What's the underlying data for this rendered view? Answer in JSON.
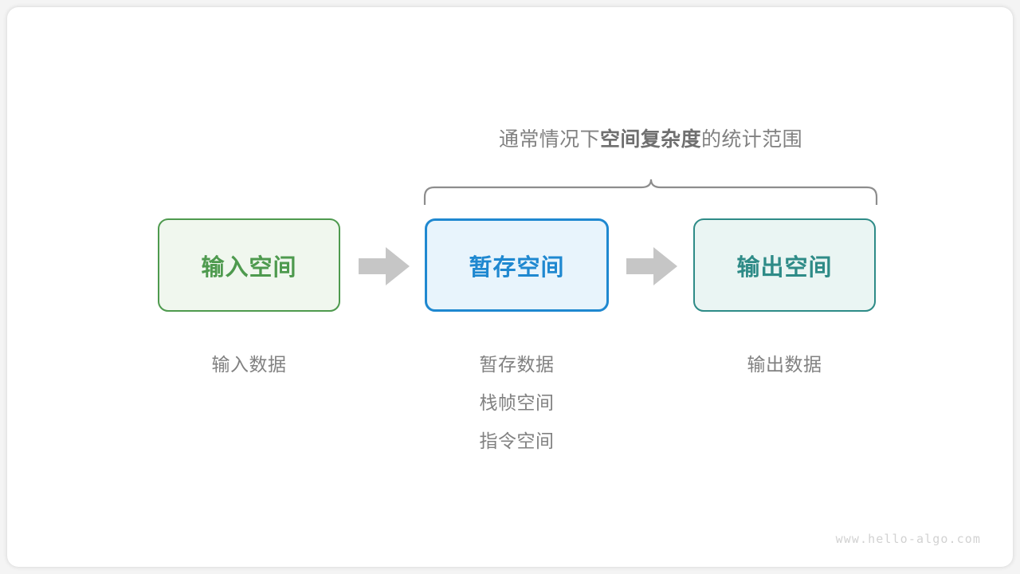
{
  "diagram": {
    "brace_title": {
      "prefix": "通常情况下",
      "emphasis": "空间复杂度",
      "suffix": "的统计范围"
    },
    "nodes": [
      {
        "key": "input",
        "label": "输入空间",
        "border_color": "#4e9a4e",
        "fill_color": "#f0f7ee",
        "text_color": "#4e9a4e"
      },
      {
        "key": "temp",
        "label": "暂存空间",
        "border_color": "#1f88d0",
        "fill_color": "#e8f4fc",
        "text_color": "#1f88d0"
      },
      {
        "key": "output",
        "label": "输出空间",
        "border_color": "#2e8b87",
        "fill_color": "#eaf5f3",
        "text_color": "#2e8b87"
      }
    ],
    "arrows": [
      {
        "key": "input-to-temp",
        "color": "#c6c6c6"
      },
      {
        "key": "temp-to-output",
        "color": "#c6c6c6"
      }
    ],
    "captions": {
      "input": [
        "输入数据"
      ],
      "temp": [
        "暂存数据",
        "栈帧空间",
        "指令空间"
      ],
      "output": [
        "输出数据"
      ]
    },
    "watermark": "www.hello-algo.com",
    "colors": {
      "background": "#f4f4f4",
      "card": "#ffffff",
      "muted_text": "#818181",
      "brace_stroke": "#8d8d8d",
      "watermark": "#d2d2d2"
    }
  }
}
